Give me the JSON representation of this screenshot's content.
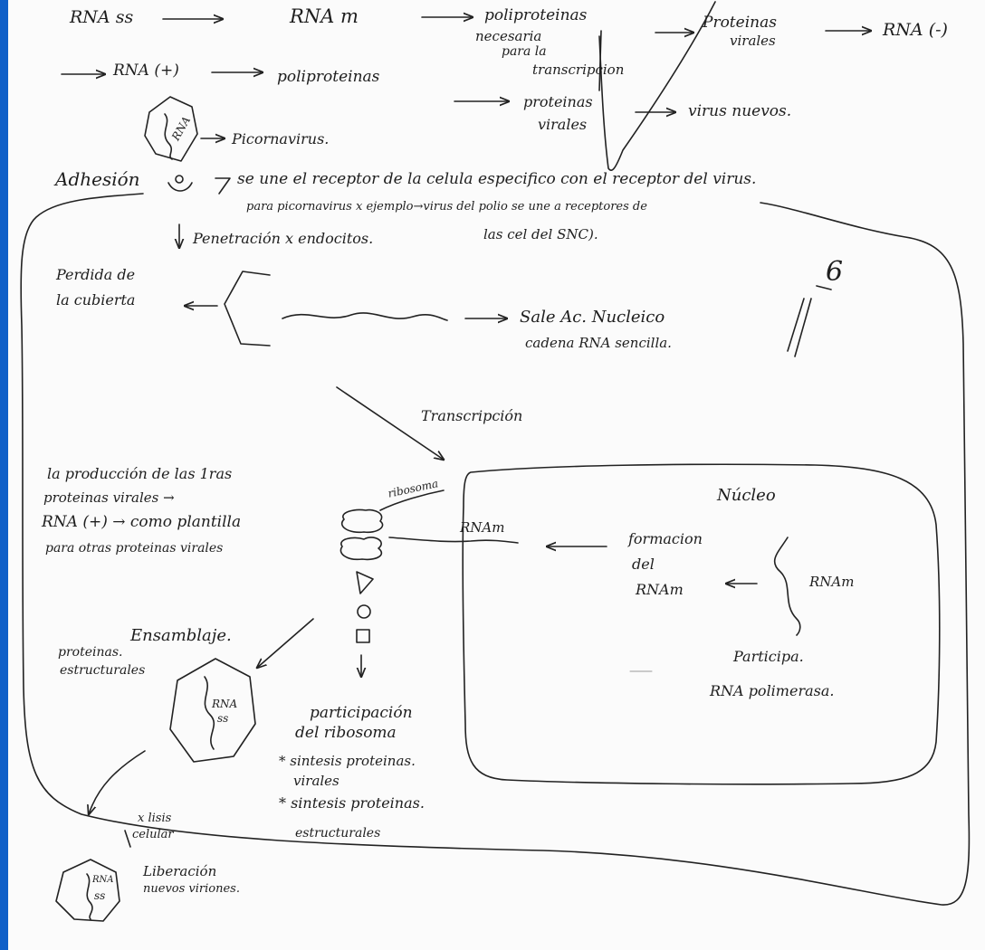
{
  "accent": "#1160c8",
  "top_flow": {
    "rna_ss": "RNA ss",
    "rna_m": "RNA m",
    "poliproteinas_1": "poliproteinas",
    "necesaria": "necesaria",
    "para_la": "para la",
    "transcripcion": "transcripcion",
    "proteinas_virales_1": "Proteinas",
    "proteinas_virales_1b": "virales",
    "rna_minus": "RNA (-)",
    "rna_plus": "RNA (+)",
    "poliproteinas_2": "poliproteinas",
    "proteinas_virales_2": "proteinas",
    "proteinas_virales_2b": "virales",
    "virus_nuevos": "virus nuevos."
  },
  "picornavirus": {
    "label": "Picornavirus.",
    "virus_tag": "RNA"
  },
  "adhesion": {
    "title": "Adhesión",
    "line1": "se une el receptor de la celula especifico con el receptor del virus.",
    "line2": "para picornavirus x ejemplo→virus del polio se une a receptores de",
    "line3": "las cel del SNC)."
  },
  "penetracion": "Penetración x endocitos.",
  "perdida": {
    "line1": "Perdida de",
    "line2": "la cubierta"
  },
  "mark_6": "6",
  "sale": {
    "line1": "Sale Ac. Nucleico",
    "line2": "cadena RNA sencilla."
  },
  "transcripcion_label": "Transcripción",
  "produccion": {
    "line1": "la producción de las 1ras",
    "line2": "proteinas virales →",
    "line3": "RNA (+) → como plantilla",
    "line4": "para otras proteinas virales"
  },
  "ribosoma": "ribosoma",
  "nucleo": {
    "title": "Núcleo",
    "rnam_1": "RNAm",
    "formacion_1": "formacion",
    "formacion_2": "del",
    "formacion_3": "RNAm",
    "rnam_2": "RNAm",
    "participa_1": "Participa.",
    "participa_2": "RNA polimerasa."
  },
  "ensamblaje": {
    "title": "Ensamblaje.",
    "line1": "proteinas.",
    "line2": "estructurales",
    "virus_tag_1": "RNA",
    "virus_tag_2": "ss"
  },
  "participacion": {
    "line1": "participación",
    "line2": "del ribosoma",
    "line3": "* sintesis proteinas.",
    "line4": "virales",
    "line5": "* sintesis proteinas.",
    "line6": "estructurales"
  },
  "lisis": {
    "line1": "x lisis",
    "line2": "celular"
  },
  "liberacion": {
    "line1": "Liberación",
    "line2": "nuevos viriones.",
    "virus_tag_1": "RNA",
    "virus_tag_2": "ss"
  }
}
